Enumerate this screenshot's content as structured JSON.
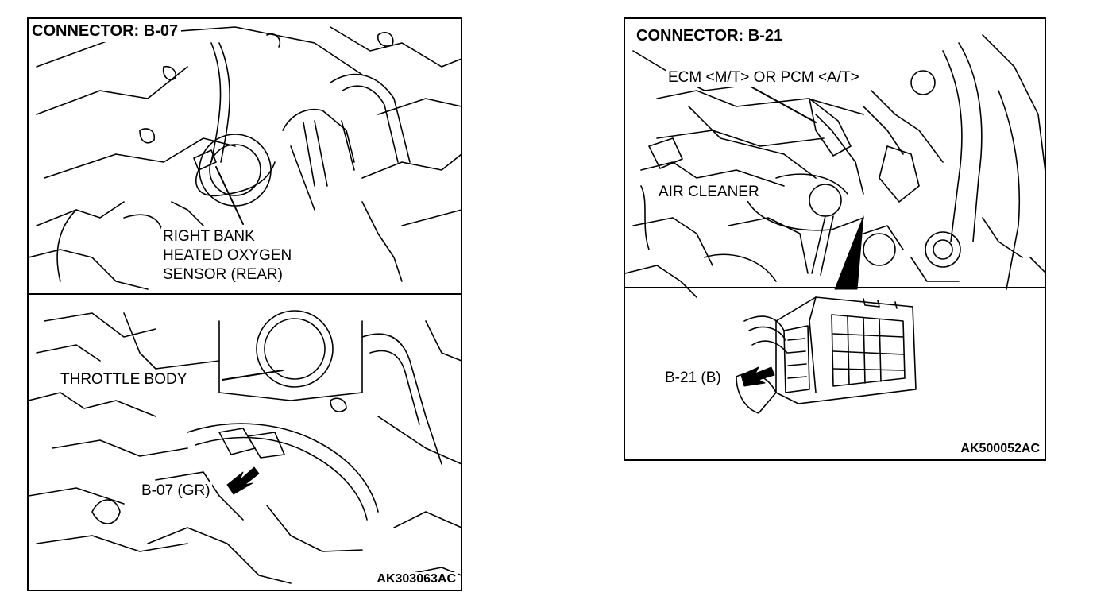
{
  "figures": [
    {
      "title": "CONNECTOR: B-07",
      "labels": {
        "sensor": [
          "RIGHT BANK",
          "HEATED OXYGEN",
          "SENSOR (REAR)"
        ],
        "throttle": "THROTTLE BODY",
        "connector": "B-07 (GR)"
      },
      "code": "AK303063AC"
    },
    {
      "title": "CONNECTOR: B-21",
      "labels": {
        "ecm": "ECM <M/T> OR PCM <A/T>",
        "air": "AIR CLEANER",
        "connector": "B-21 (B)"
      },
      "code": "AK500052AC"
    }
  ]
}
